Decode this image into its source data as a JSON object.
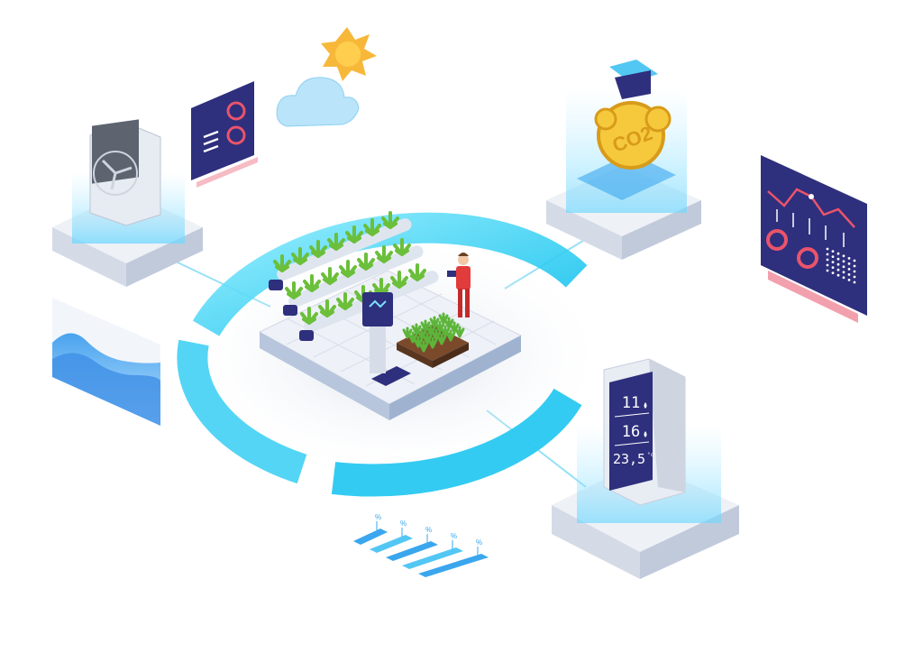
{
  "sensor_display": {
    "rows": [
      {
        "value": "11",
        "icon": "humidity-drop-icon"
      },
      {
        "value": "16",
        "icon": "humidity-drop-icon"
      },
      {
        "value": "23,5",
        "unit": "°c"
      }
    ]
  },
  "co2_label": "CO2",
  "bar_stack_unit": "%",
  "colors": {
    "ring": "#3fd6f5",
    "panel": "#2e2f7d",
    "accent": "#e9546b",
    "glow": "#5ad2ff",
    "plant": "#6bbf3a"
  },
  "icons": [
    "fan-icon",
    "sun-icon",
    "cloud-icon",
    "dashboard-icon",
    "co2-sensor-icon",
    "chart-panel-icon",
    "wave-chart-icon",
    "bar-stack-icon",
    "farmer-icon",
    "tablet-icon"
  ]
}
